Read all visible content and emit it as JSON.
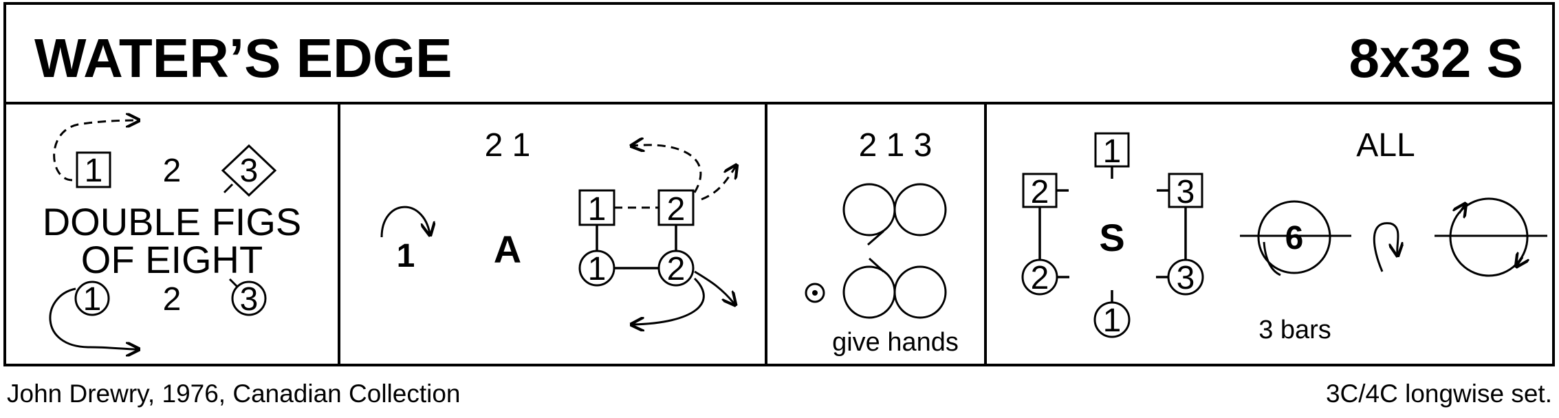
{
  "title": "WATER’S EDGE",
  "formation": "8x32 S",
  "panels": [
    {
      "id": "panel1",
      "text_top": [
        "1",
        "2",
        "3"
      ],
      "caption_line1": "DOUBLE FIGS",
      "caption_line2": "OF EIGHT",
      "text_bottom": [
        "1",
        "2",
        "3"
      ]
    },
    {
      "id": "panel2",
      "heading": "2 1",
      "turn_label": "1",
      "figure_label": "A",
      "top_boxes": [
        "1",
        "2"
      ],
      "bottom_circles": [
        "1",
        "2"
      ]
    },
    {
      "id": "panel3",
      "heading": "2 1 3",
      "caption": "give hands"
    },
    {
      "id": "panel4",
      "heading": "ALL",
      "top_box": "1",
      "left_box": "2",
      "right_box": "3",
      "left_circle": "2",
      "right_circle": "3",
      "bottom_circle": "1",
      "center_label": "S",
      "circle_count": "6",
      "bars": "3 bars"
    }
  ],
  "footer_left": "John Drewry, 1976, Canadian Collection",
  "footer_right": "3C/4C longwise set."
}
